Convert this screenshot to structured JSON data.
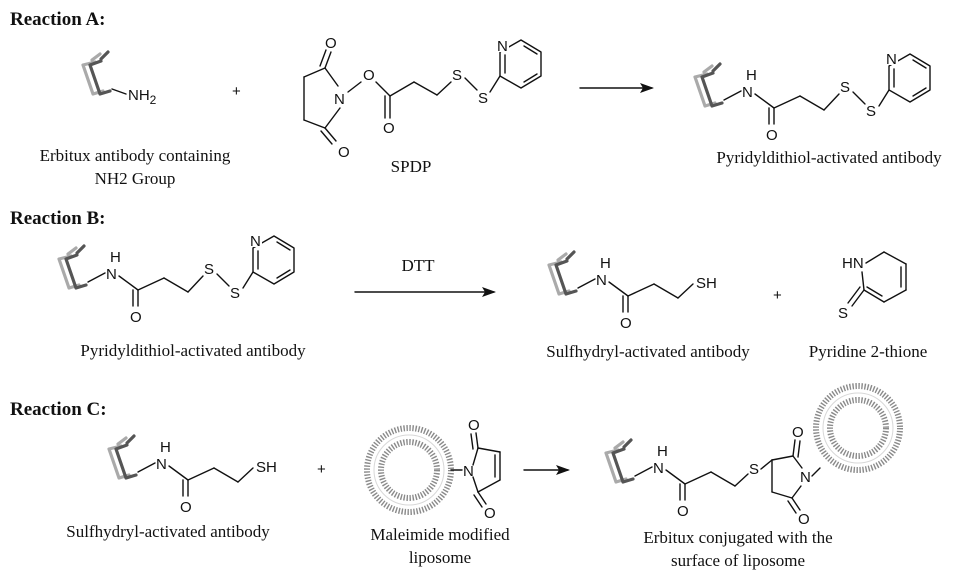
{
  "reactions": {
    "a": {
      "header": "Reaction A:",
      "plus": "+",
      "reactant1_caption": [
        "Erbitux antibody containing",
        "NH2 Group"
      ],
      "reactant2_caption": "SPDP",
      "product_caption": "Pyridyldithiol-activated antibody"
    },
    "b": {
      "header": "Reaction B:",
      "reagent": "DTT",
      "plus": "+",
      "reactant_caption": "Pyridyldithiol-activated antibody",
      "product1_caption": "Sulfhydryl-activated antibody",
      "product2_caption": "Pyridine 2-thione"
    },
    "c": {
      "header": "Reaction C:",
      "plus": "+",
      "reactant1_caption": "Sulfhydryl-activated antibody",
      "reactant2_caption": [
        "Maleimide modified",
        "liposome"
      ],
      "product_caption": [
        "Erbitux conjugated with the",
        "surface of liposome"
      ]
    }
  },
  "atoms": {
    "amine": "NH",
    "amine_sub": "2",
    "n": "N",
    "o": "O",
    "s": "S",
    "nh": "H",
    "sh": "SH",
    "hn": "HN"
  },
  "icons": [
    "antibody-icon",
    "liposome-icon",
    "reaction-arrow"
  ]
}
